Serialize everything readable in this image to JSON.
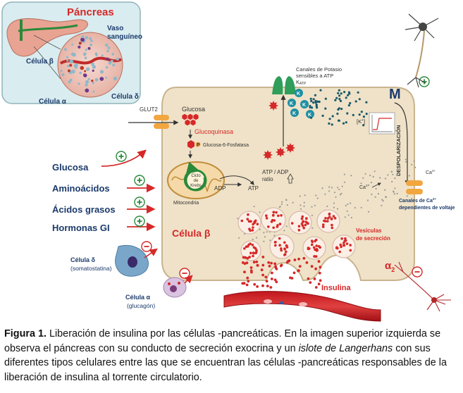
{
  "inset": {
    "title": "Páncreas",
    "vessel_label": [
      "Vaso",
      "sanguíneo"
    ],
    "beta_cell": "Célula β",
    "alpha_cell": "Célula α",
    "delta_cell": "Célula δ"
  },
  "inputs": [
    "Glucosa",
    "Aminoácidos",
    "Ácidos grasos",
    "Hormonas GI"
  ],
  "cell": {
    "glut2": "GLUT2",
    "glucose": "Glucosa",
    "glucokinase": "Glucoquinasa",
    "p_letter": "P",
    "g6p": "Glucosa-6-Fosfatasa",
    "krebs": [
      "Ciclo",
      "de",
      "Krebs"
    ],
    "mitochondria": "Mitocondria",
    "adp": "ADP",
    "atp": "ATP",
    "atp_adp_ratio": [
      "ATP / ADP",
      "ratio"
    ],
    "k_channel": [
      "Canales de Potasio",
      "sensibles a ATP",
      "K"
    ],
    "k_channel_sub": "ATP",
    "k_ion": "K",
    "k_bracket": "[K",
    "depolarization": "DESPOLARIZACIÓN",
    "m_label": "M",
    "ca_ion": "Ca",
    "ca_channel": [
      "Canales de Ca",
      "dependientes de voltaje"
    ],
    "vesicles": [
      "Vesículas",
      "de secreción"
    ],
    "beta_cell": "Célula β",
    "insulin": "Insulina",
    "alpha2": "α",
    "alpha2_sub": "2"
  },
  "inhibitors": {
    "delta": [
      "Célula δ",
      "(somatostatina)"
    ],
    "alpha": [
      "Célula α",
      "(glucagón)"
    ]
  },
  "caption": {
    "label": "Figura 1.",
    "part1": " Liberación de insulina por las células -pancreáticas. En la imagen superior izquierda se observa el páncreas con su conducto de secreción exocrina y un ",
    "italic": "islote de Langerhans",
    "part2": " con sus diferentes tipos celulares entre las que se encuentran las células -pancreáticas responsables de la liberación de insulina al torrente circulatorio."
  },
  "colors": {
    "cell_fill": "#efe2c8",
    "cell_stroke": "#c9b48e",
    "navy": "#1b3a6b",
    "red": "#d62828",
    "green": "#2a8a3a",
    "teal": "#1e8fa3"
  }
}
